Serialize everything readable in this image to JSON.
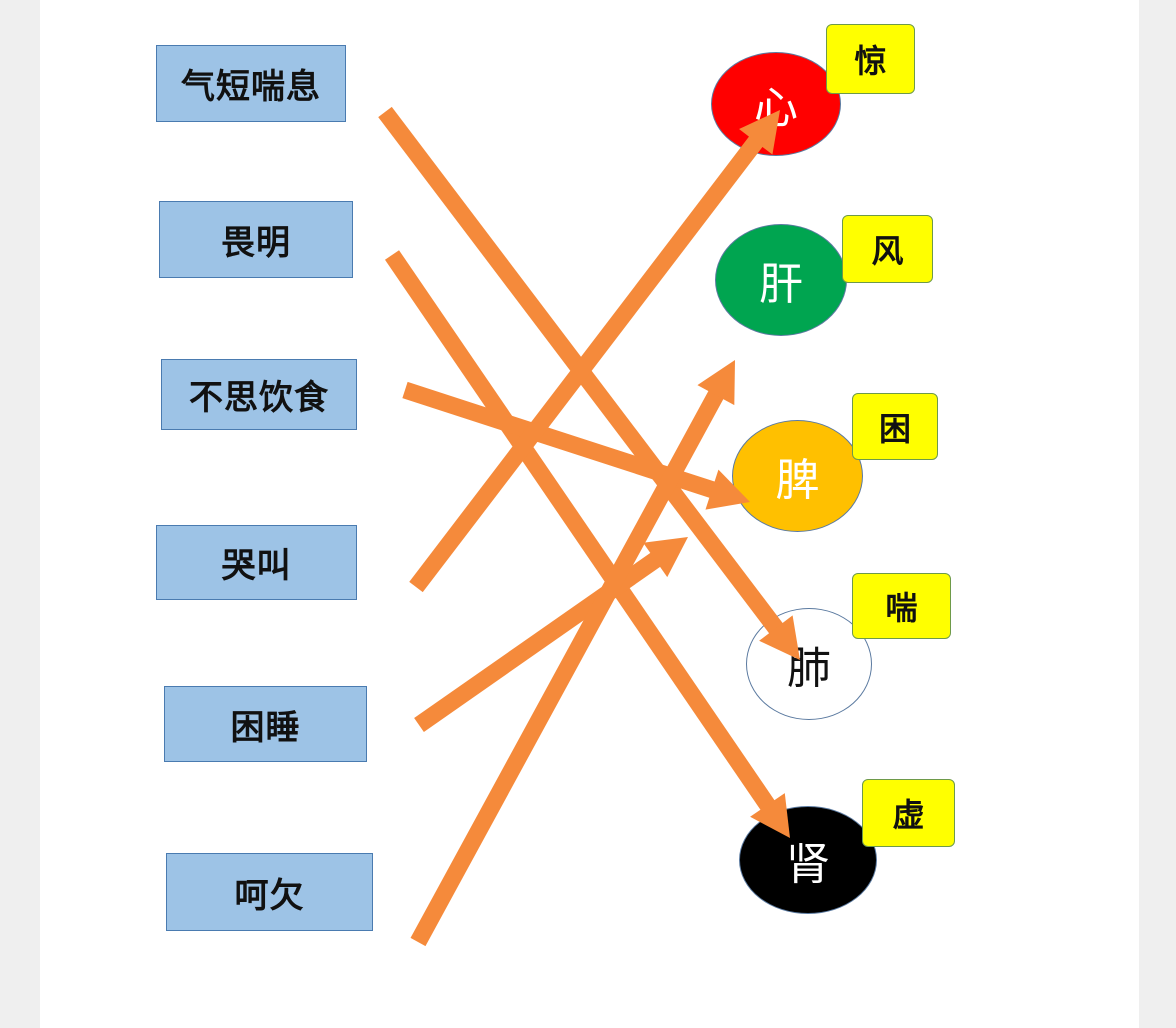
{
  "symptoms": [
    {
      "id": "qiduan",
      "label": "气短喘息"
    },
    {
      "id": "weiming",
      "label": "畏明"
    },
    {
      "id": "busi",
      "label": "不思饮食"
    },
    {
      "id": "kujiao",
      "label": "哭叫"
    },
    {
      "id": "kunshui",
      "label": "困睡"
    },
    {
      "id": "heqian",
      "label": "呵欠"
    }
  ],
  "organs": [
    {
      "id": "xin",
      "label": "心",
      "color": "#ff0000",
      "text_color": "#ffffff",
      "tag": "惊"
    },
    {
      "id": "gan",
      "label": "肝",
      "color": "#00a550",
      "text_color": "#ffffff",
      "tag": "风"
    },
    {
      "id": "pi",
      "label": "脾",
      "color": "#ffc000",
      "text_color": "#ffffff",
      "tag": "困"
    },
    {
      "id": "fei",
      "label": "肺",
      "color": "#ffffff",
      "text_color": "#111111",
      "tag": "喘"
    },
    {
      "id": "shen",
      "label": "肾",
      "color": "#000000",
      "text_color": "#ffffff",
      "tag": "虚"
    }
  ],
  "connections": [
    {
      "from": "气短喘息",
      "to": "肺"
    },
    {
      "from": "畏明",
      "to": "肾"
    },
    {
      "from": "不思饮食",
      "to": "脾"
    },
    {
      "from": "哭叫",
      "to": "心"
    },
    {
      "from": "困睡",
      "to": "脾"
    },
    {
      "from": "呵欠",
      "to": "肝"
    }
  ],
  "arrow_color": "#f58a3b"
}
